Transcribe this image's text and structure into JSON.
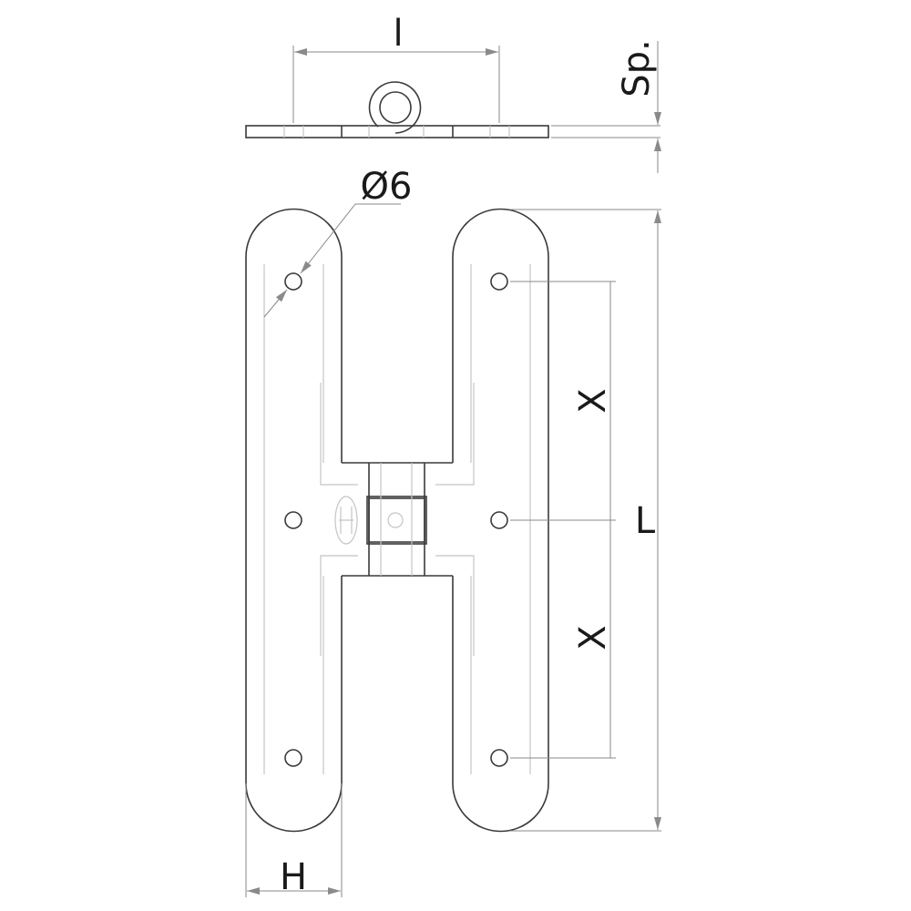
{
  "title": "Hinge technical drawing",
  "labels": {
    "width_top": "l",
    "thickness": "Sp.",
    "hole_diameter": "Ø6",
    "length": "L",
    "spacing_upper": "X",
    "spacing_lower": "X",
    "leaf_width": "H"
  },
  "colors": {
    "outline": "#3a3a3a",
    "hidden": "#c4c4c4",
    "dimension": "#8a8a8a"
  }
}
